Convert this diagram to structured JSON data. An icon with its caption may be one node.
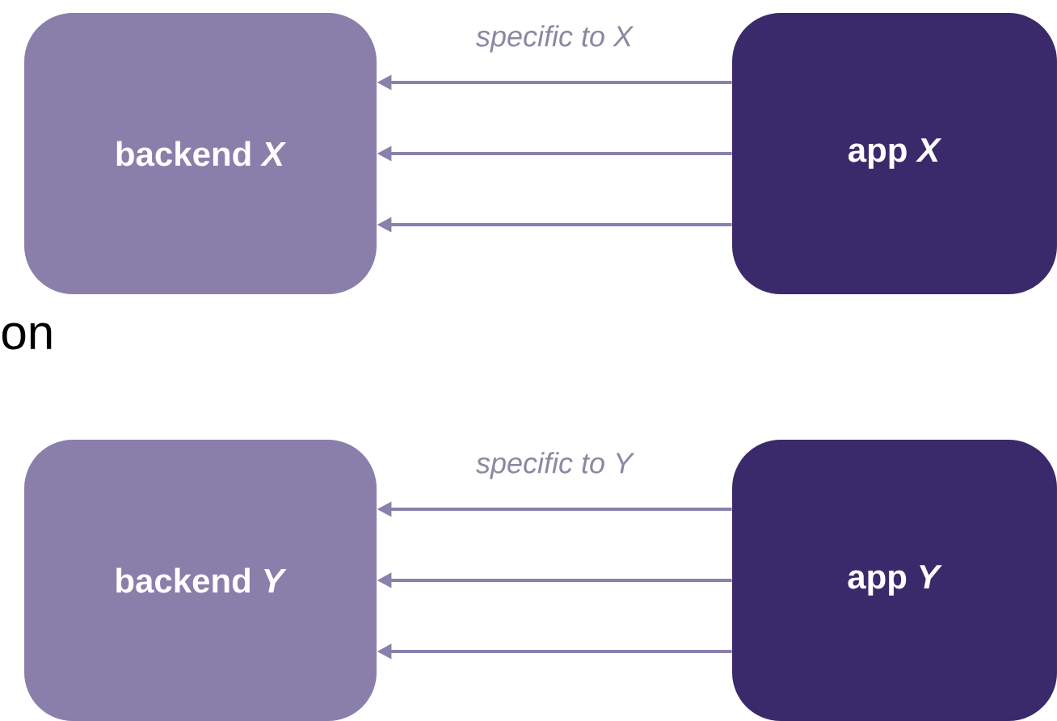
{
  "diagram": {
    "nodes": [
      {
        "text": [
          "backend *X*"
        ]
      },
      {
        "text": [
          "app *X*"
        ]
      },
      {
        "text": [
          "backend *Y*"
        ]
      },
      {
        "text": [
          "app *Y*"
        ]
      }
    ],
    "edges": [
      {
        "from": 1,
        "to": 0,
        "arrow": "to",
        "label": "specific to X"
      },
      {
        "from": 1,
        "to": 0,
        "arrow": "to"
      },
      {
        "from": 1,
        "to": 0,
        "arrow": "to"
      },
      {
        "from": 3,
        "to": 2,
        "arrow": "to",
        "label": "specific to Y"
      },
      {
        "from": 3,
        "to": 2,
        "arrow": "to"
      },
      {
        "from": 3,
        "to": 2,
        "arrow": "to"
      }
    ],
    "labels": [
      "on"
    ]
  }
}
